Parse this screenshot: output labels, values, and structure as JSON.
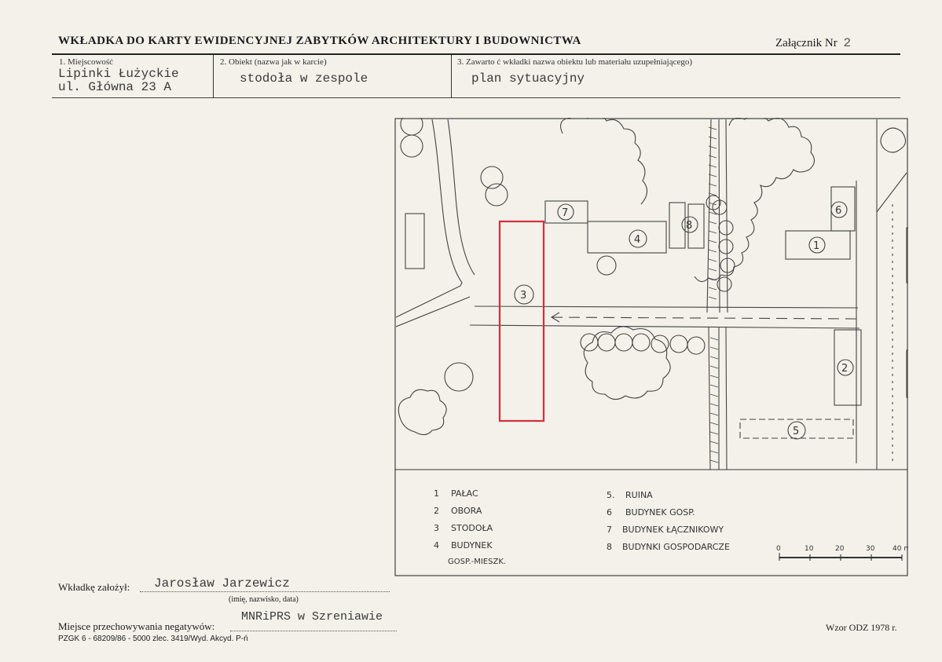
{
  "header": {
    "title": "WKŁADKA DO KARTY EWIDENCYJNEJ ZABYTKÓW ARCHITEKTURY I BUDOWNICTWA",
    "attachment_label": "Załącznik Nr",
    "attachment_number": "2"
  },
  "fields": [
    {
      "label": "1. Miejscowość",
      "value_line1": "Lipinki Łużyckie",
      "value_line2": "ul. Główna 23 A"
    },
    {
      "label": "2. Obiekt (nazwa jak w karcie)",
      "value": "stodoła w zespole"
    },
    {
      "label": "3. Zawarto ć wkładki nazwa obiektu lub materiału uzupełniającego)",
      "value": "plan sytuacyjny"
    }
  ],
  "plan": {
    "building_numbers": [
      "1",
      "2",
      "3",
      "4",
      "5",
      "6",
      "7",
      "8"
    ],
    "legend_left": [
      {
        "num": "1",
        "text": "PAŁAC"
      },
      {
        "num": "2",
        "text": "OBORA"
      },
      {
        "num": "3",
        "text": "STODOŁA"
      },
      {
        "num": "4",
        "text": "BUDYNEK"
      },
      {
        "num": "",
        "text": "GOSP.-MIESZK."
      }
    ],
    "legend_right": [
      {
        "num": "5.",
        "text": "RUINA"
      },
      {
        "num": "6",
        "text": "BUDYNEK GOSP."
      },
      {
        "num": "7",
        "text": "BUDYNEK ŁĄCZNIKOWY"
      },
      {
        "num": "8",
        "text": "BUDYNKI GOSPODARCZE"
      }
    ],
    "scale_labels": [
      "0",
      "10",
      "20",
      "30",
      "40 m"
    ],
    "highlight_color": "#d0303c"
  },
  "footer": {
    "founder_label": "Wkładkę założył:",
    "founder_value": "Jarosław Jarzewicz",
    "founder_hint": "(imię, nazwisko, data)",
    "negatives_label": "Miejsce przechowywania negatywów:",
    "negatives_value": "MNRiPRS w Szreniawie",
    "print_code": "PZGK 6 - 68209/86 - 5000 zlec. 3419/Wyd. Akcyd. P-ń",
    "form_code": "Wzor ODZ 1978 r."
  }
}
